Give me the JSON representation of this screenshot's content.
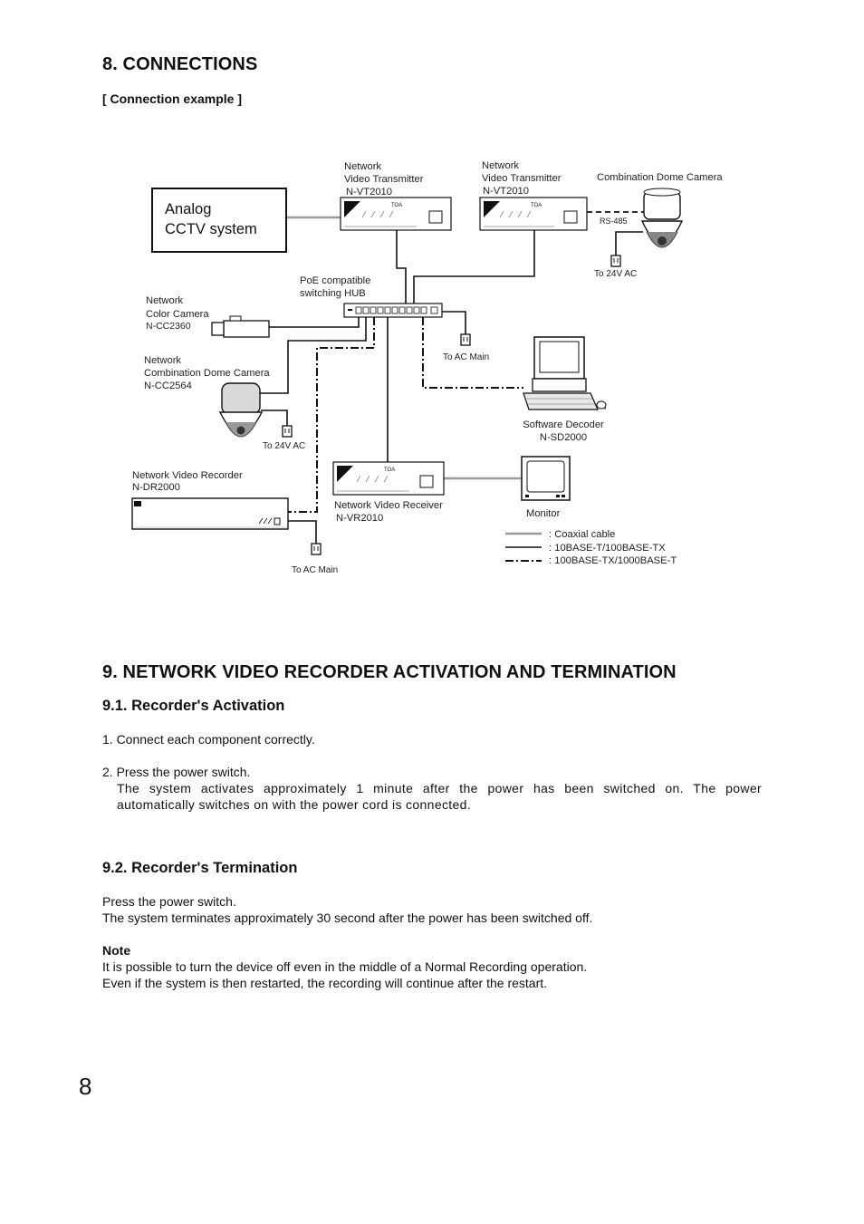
{
  "connections": {
    "title": "8. CONNECTIONS",
    "example_heading": "[ Connection example ]"
  },
  "diagram": {
    "analog_box": [
      "Analog",
      "CCTV system"
    ],
    "vt_left": [
      "Network",
      "Video Transmitter",
      "N-VT2010"
    ],
    "vt_right": [
      "Network",
      "Video Transmitter",
      "N-VT2010"
    ],
    "dome_right": "Combination Dome Camera",
    "rs485": "RS-485",
    "to_24v_right": "To 24V AC",
    "hub": [
      "PoE compatible",
      "switching HUB"
    ],
    "color_camera": [
      "Network",
      "Color Camera",
      "N-CC2360"
    ],
    "dome_left": [
      "Network",
      "Combination Dome Camera",
      "N-CC2564"
    ],
    "to_24v_left": "To 24V AC",
    "to_ac_hub": "To AC Main",
    "software_decoder": [
      "Software Decoder",
      "N-SD2000"
    ],
    "recorder": [
      "Network Video Recorder",
      "N-DR2000"
    ],
    "receiver": [
      "Network Video Receiver",
      "N-VR2010"
    ],
    "monitor": "Monitor",
    "to_ac_recorder": "To AC Main",
    "legend": [
      ": Coaxial cable",
      ": 10BASE-T/100BASE-TX",
      ": 100BASE-TX/1000BASE-T"
    ],
    "device_brand": "TOA"
  },
  "activation": {
    "title": "9. NETWORK VIDEO RECORDER ACTIVATION AND TERMINATION",
    "sub1": "9.1. Recorder's Activation",
    "step1": "1. Connect each component correctly.",
    "step2": "2. Press the power switch.",
    "step2_detail": "The system activates approximately 1 minute after the power has been switched on. The power automatically switches on with the power cord is connected.",
    "sub2": "9.2. Recorder's Termination",
    "term1": "Press the power switch.",
    "term2": "The system terminates approximately 30 second after the power has been switched off.",
    "note_label": "Note",
    "note1": "It is possible to turn the device off even in the middle of a Normal Recording operation.",
    "note2": "Even if the system is then restarted, the recording will continue after the restart."
  },
  "page_number": "8"
}
